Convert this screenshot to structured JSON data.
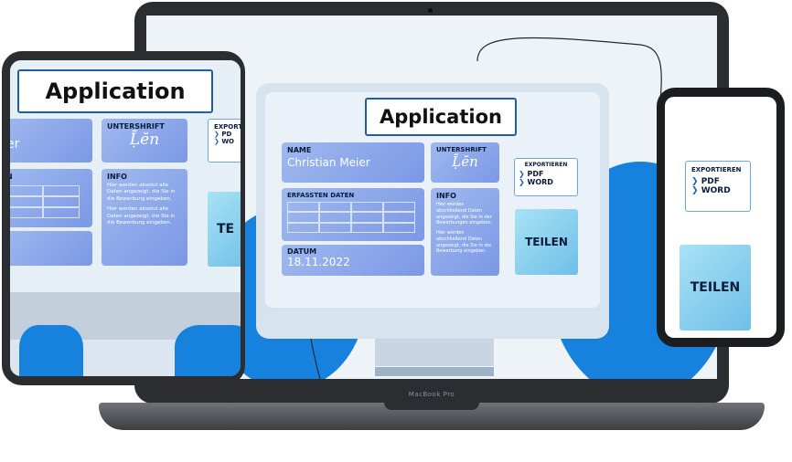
{
  "laptop": {
    "brand_label": "MacBook Pro",
    "app": {
      "title": "Application",
      "name_label": "NAME",
      "name_value": "Christian Meier",
      "signature_label": "UNTERSHRIFT",
      "signature_glyph": "Ḹĕn",
      "captured_label": "ERFASSTEN DATEN",
      "date_label": "DATUM",
      "date_value": "18.11.2022",
      "info_label": "INFO",
      "info_text_1": "Hier werden abschließend Daten angezeigt, die Sie in der Bewerbungen eingeben.",
      "info_text_2": "Hier werden abschließend Daten angezeigt, die Sie in die Bewerbung eingeben.",
      "export_label": "EXPORTIEREN",
      "export_pdf": "PDF",
      "export_word": "WORD",
      "share_label": "TEILEN"
    }
  },
  "tablet": {
    "title": "Application",
    "signature_label": "UNTERSHRIFT",
    "signature_glyph": "Ḹĕn",
    "name_fragment": "er",
    "section_fragment": "N",
    "info_label": "INFO",
    "info_text_1": "Hier werden absolut alle Daten angezeigt, die Sie in die Bewerbung eingeben.",
    "info_text_2": "Hier werden absolut alle Daten angezeigt, die Sie in die Bewerbung eingeben.",
    "export_label": "EXPORT",
    "export_pdf": "PD",
    "export_word": "WO",
    "share_label": "TE"
  },
  "phone": {
    "export_label": "EXPORTIEREN",
    "export_pdf": "PDF",
    "export_word": "WORD",
    "share_label": "TEILEN"
  },
  "colors": {
    "accent_blue": "#1782dd",
    "card_blue": "#8ea9ea",
    "share_cyan": "#8fd3f1",
    "device_dark": "#2b2d31"
  }
}
